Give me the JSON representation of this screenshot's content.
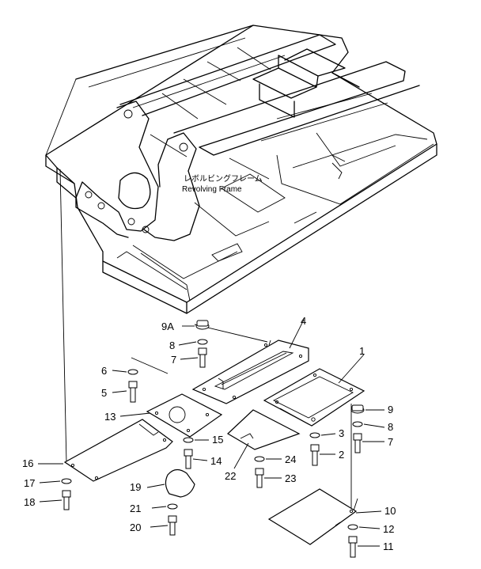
{
  "frame_label": {
    "japanese": "レボルビングフレーム",
    "english": "Revolving Frame"
  },
  "callouts": [
    {
      "id": "cl-9a",
      "text": "9A"
    },
    {
      "id": "cl-8a",
      "text": "8"
    },
    {
      "id": "cl-7a",
      "text": "7"
    },
    {
      "id": "cl-4",
      "text": "4"
    },
    {
      "id": "cl-1",
      "text": "1"
    },
    {
      "id": "cl-6",
      "text": "6"
    },
    {
      "id": "cl-5",
      "text": "5"
    },
    {
      "id": "cl-13",
      "text": "13"
    },
    {
      "id": "cl-9",
      "text": "9"
    },
    {
      "id": "cl-8b",
      "text": "8"
    },
    {
      "id": "cl-7b",
      "text": "7"
    },
    {
      "id": "cl-3",
      "text": "3"
    },
    {
      "id": "cl-2",
      "text": "2"
    },
    {
      "id": "cl-15",
      "text": "15"
    },
    {
      "id": "cl-14",
      "text": "14"
    },
    {
      "id": "cl-24",
      "text": "24"
    },
    {
      "id": "cl-23",
      "text": "23"
    },
    {
      "id": "cl-22",
      "text": "22"
    },
    {
      "id": "cl-16",
      "text": "16"
    },
    {
      "id": "cl-17",
      "text": "17"
    },
    {
      "id": "cl-18",
      "text": "18"
    },
    {
      "id": "cl-19",
      "text": "19"
    },
    {
      "id": "cl-21",
      "text": "21"
    },
    {
      "id": "cl-20",
      "text": "20"
    },
    {
      "id": "cl-10",
      "text": "10"
    },
    {
      "id": "cl-12",
      "text": "12"
    },
    {
      "id": "cl-11",
      "text": "11"
    }
  ]
}
